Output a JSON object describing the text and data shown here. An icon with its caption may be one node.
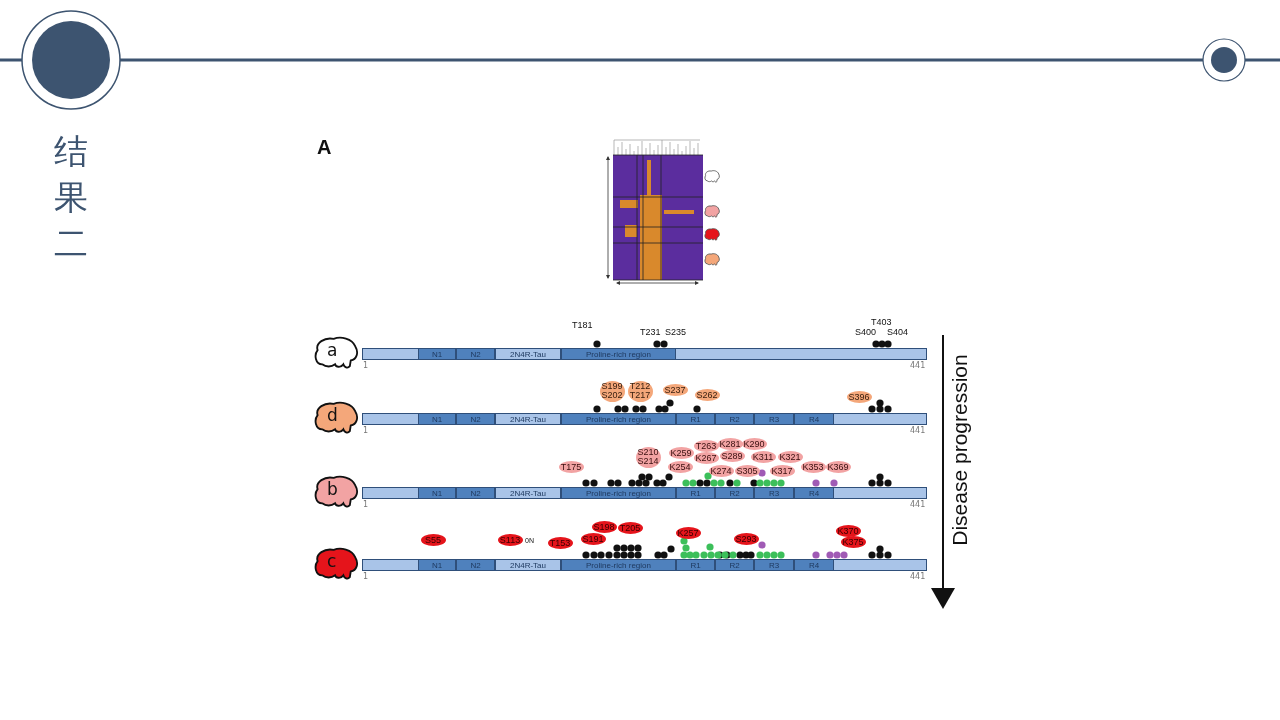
{
  "diagram": {
    "title": "结果二",
    "nodes": [
      {
        "text": [
          "a"
        ]
      },
      {
        "text": [],
        "shape": "bar",
        "beside": [
          "1",
          "441"
        ]
      },
      {
        "text": [
          "N1"
        ],
        "in": 1
      },
      {
        "text": [
          "N2"
        ],
        "in": 1
      },
      {
        "text": [
          "2N4R-Tau"
        ],
        "in": 1
      },
      {
        "text": [
          "Proline-rich region"
        ],
        "in": 1
      },
      {
        "text": [
          "S199 S202"
        ]
      },
      {
        "text": [
          "T212 T217"
        ]
      },
      {
        "text": [
          "S237"
        ]
      },
      {
        "text": [
          "S262"
        ]
      },
      {
        "text": [
          "S396"
        ]
      },
      {
        "text": [
          "d"
        ]
      },
      {
        "text": [],
        "shape": "bar",
        "beside": [
          "1",
          "441"
        ]
      },
      {
        "text": [
          "N1"
        ],
        "in": 12
      },
      {
        "text": [
          "N2"
        ],
        "in": 12
      },
      {
        "text": [
          "2N4R-Tau"
        ],
        "in": 12
      },
      {
        "text": [
          "Proline-rich region"
        ],
        "in": 12
      },
      {
        "text": [
          "R1"
        ],
        "in": 12
      },
      {
        "text": [
          "R2"
        ],
        "in": 12
      },
      {
        "text": [
          "R3"
        ],
        "in": 12
      },
      {
        "text": [
          "R4"
        ],
        "in": 12
      },
      {
        "text": [
          "T175"
        ]
      },
      {
        "text": [
          "S210 S214"
        ]
      },
      {
        "text": [
          "K259"
        ]
      },
      {
        "text": [
          "T263"
        ]
      },
      {
        "text": [
          "K281"
        ]
      },
      {
        "text": [
          "K290"
        ]
      },
      {
        "text": [
          "K267"
        ]
      },
      {
        "text": [
          "S289"
        ]
      },
      {
        "text": [
          "K311"
        ]
      },
      {
        "text": [
          "K321"
        ]
      },
      {
        "text": [
          "K254"
        ]
      },
      {
        "text": [
          "K274"
        ]
      },
      {
        "text": [
          "S305"
        ]
      },
      {
        "text": [
          "K317"
        ]
      },
      {
        "text": [
          "K353"
        ]
      },
      {
        "text": [
          "K369"
        ]
      },
      {
        "text": [
          "b"
        ]
      },
      {
        "text": [],
        "shape": "bar",
        "beside": [
          "1",
          "441"
        ]
      },
      {
        "text": [
          "N1"
        ],
        "in": 38
      },
      {
        "text": [
          "N2"
        ],
        "in": 38
      },
      {
        "text": [
          "2N4R-Tau"
        ],
        "in": 38
      },
      {
        "text": [
          "Proline-rich region"
        ],
        "in": 38
      },
      {
        "text": [
          "R1"
        ],
        "in": 38
      },
      {
        "text": [
          "R2"
        ],
        "in": 38
      },
      {
        "text": [
          "R3"
        ],
        "in": 38
      },
      {
        "text": [
          "R4"
        ],
        "in": 38
      },
      {
        "text": [
          "S55"
        ]
      },
      {
        "text": [
          "S113"
        ]
      },
      {
        "text": [
          "T153"
        ]
      },
      {
        "text": [
          "S198"
        ]
      },
      {
        "text": [
          "T205"
        ]
      },
      {
        "text": [
          "S191"
        ]
      },
      {
        "text": [
          "K257"
        ]
      },
      {
        "text": [
          "S293"
        ]
      },
      {
        "text": [
          "K370"
        ]
      },
      {
        "text": [
          "K375"
        ]
      },
      {
        "text": [
          "c"
        ]
      },
      {
        "text": [],
        "shape": "bar",
        "beside": [
          "1",
          "441"
        ]
      },
      {
        "text": [
          "N1"
        ],
        "in": 58
      },
      {
        "text": [
          "N2"
        ],
        "in": 58
      },
      {
        "text": [
          "2N4R-Tau"
        ],
        "in": 58
      },
      {
        "text": [
          "Proline-rich region"
        ],
        "in": 58
      },
      {
        "text": [
          "R1"
        ],
        "in": 58
      },
      {
        "text": [
          "R2"
        ],
        "in": 58
      },
      {
        "text": [
          "R3"
        ],
        "in": 58
      },
      {
        "text": [
          "R4"
        ],
        "in": 58
      }
    ],
    "labels": [
      "A",
      "T181",
      "T231",
      "S235",
      "T403",
      "S400",
      "S404",
      "0N",
      "Disease progression"
    ]
  }
}
